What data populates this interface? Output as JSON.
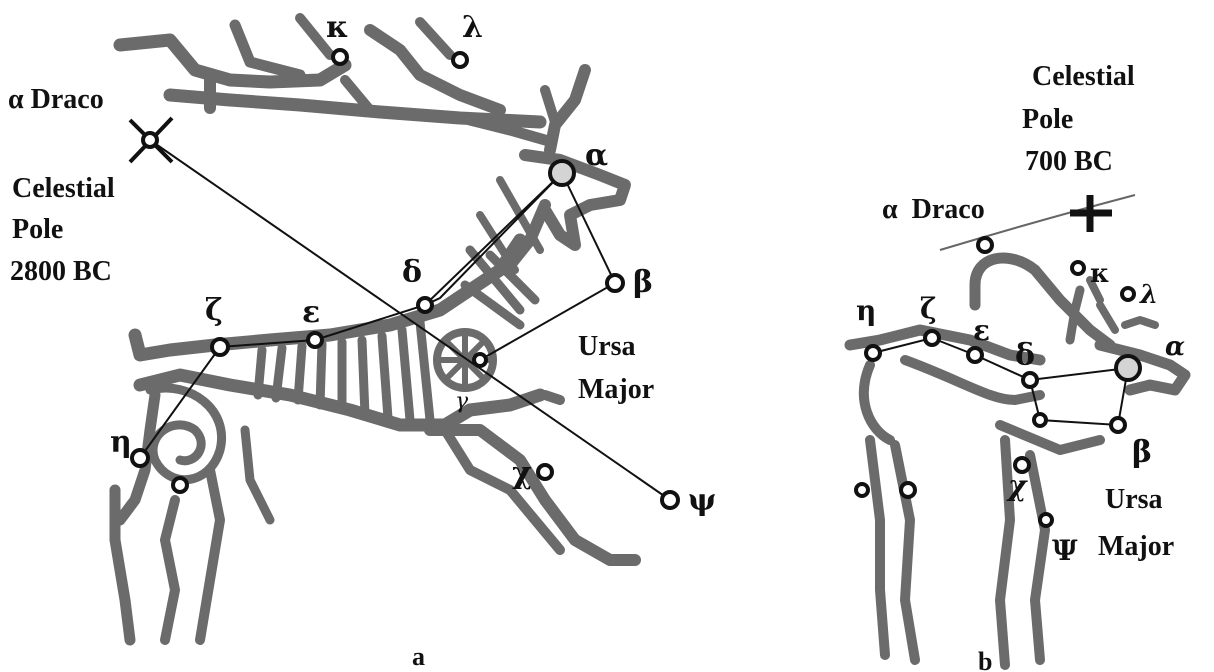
{
  "panel_a": {
    "caption": "a",
    "pole_star": "α Draco",
    "pole_label_1": "Celestial",
    "pole_label_2": "Pole",
    "pole_label_3": "2800 BC",
    "constellation_1": "Ursa",
    "constellation_2": "Major",
    "stars": {
      "kappa": "κ",
      "lambda": "λ",
      "alpha": "α",
      "beta": "β",
      "delta": "δ",
      "epsilon": "ε",
      "zeta": "ζ",
      "eta": "η",
      "gamma": "γ",
      "chi": "χ",
      "psi": "ψ"
    }
  },
  "panel_b": {
    "caption": "b",
    "pole_label_1": "Celestial",
    "pole_label_2": "Pole",
    "pole_label_3": "700 BC",
    "pole_star": "α  Draco",
    "constellation_1": "Ursa",
    "constellation_2": "Major",
    "stars": {
      "kappa": "κ",
      "lambda": "λ",
      "alpha": "α",
      "beta": "β",
      "delta": "δ",
      "epsilon": "ε",
      "zeta": "ζ",
      "eta": "η",
      "chi": "χ",
      "psi": "Ψ"
    }
  },
  "colors": {
    "figure": "#6b6b6b",
    "ink": "#111111",
    "bright_star": "#d4d4d4"
  }
}
